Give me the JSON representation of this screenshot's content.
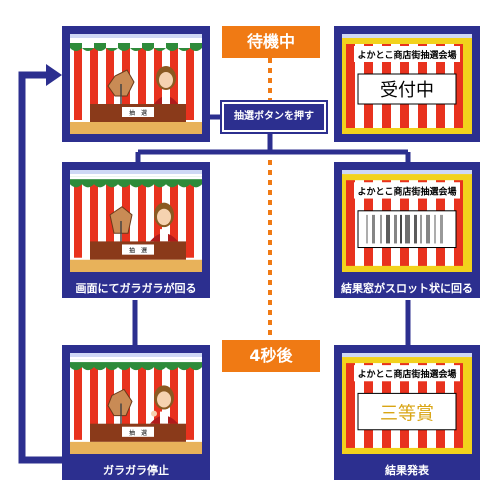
{
  "labels": {
    "standby": "待機中",
    "four_seconds": "4秒後",
    "press_button": "抽選ボタンを押す"
  },
  "panels": {
    "left_top": {
      "caption": "",
      "counter_text": "抽　選"
    },
    "left_mid": {
      "caption": "画面にてガラガラが回る",
      "counter_text": "抽　選"
    },
    "left_bot": {
      "caption": "ガラガラ停止",
      "counter_text": "抽　選"
    },
    "right_top": {
      "caption": "",
      "title": "よかとこ商店街抽選会場",
      "result": "受付中"
    },
    "right_mid": {
      "caption": "結果窓がスロット状に回る",
      "title": "よかとこ商店街抽選会場",
      "result": ""
    },
    "right_bot": {
      "caption": "結果発表",
      "title": "よかとこ商店街抽選会場",
      "result": "三等賞"
    }
  },
  "colors": {
    "panel_navy": "#2c2f8f",
    "accent_orange": "#f07a14",
    "stripe_red": "#e8321e",
    "awning_green": "#2e8b3a",
    "counter_brown": "#8a3a1a",
    "result_gold": "#d9a514",
    "frame_yellow": "#f2d21c"
  }
}
